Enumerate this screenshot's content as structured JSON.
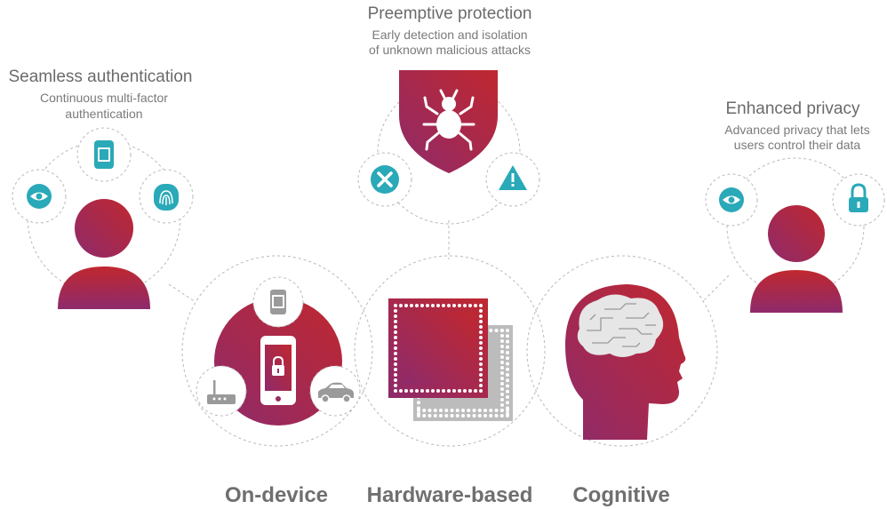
{
  "top": {
    "title": "Preemptive protection",
    "sub_line1": "Early detection and isolation",
    "sub_line2": "of unknown malicious attacks"
  },
  "left": {
    "title": "Seamless authentication",
    "sub_line1": "Continuous multi-factor",
    "sub_line2": "authentication"
  },
  "right": {
    "title": "Enhanced privacy",
    "sub_line1": "Advanced privacy that lets",
    "sub_line2": "users control their data"
  },
  "captions": {
    "on_device": "On-device",
    "hardware": "Hardware-based",
    "cognitive": "Cognitive"
  },
  "icons": {
    "left_group": [
      "eye-icon",
      "smartwatch-icon",
      "fingerprint-icon",
      "person-icon"
    ],
    "top_group": [
      "shield-bug-icon",
      "x-circle-icon",
      "warning-icon"
    ],
    "right_group": [
      "eye-icon",
      "padlock-icon",
      "person-icon"
    ],
    "center": [
      "phone-lock-icon",
      "smartwatch-icon",
      "router-icon",
      "car-icon",
      "chip-icon",
      "brain-head-icon"
    ]
  },
  "colors": {
    "gradient_start": "#8e2a6b",
    "gradient_end": "#c0282f",
    "accent_teal": "#2aa9b8",
    "dashed_line": "#b9b9b9",
    "text": "#6b6b6b"
  }
}
